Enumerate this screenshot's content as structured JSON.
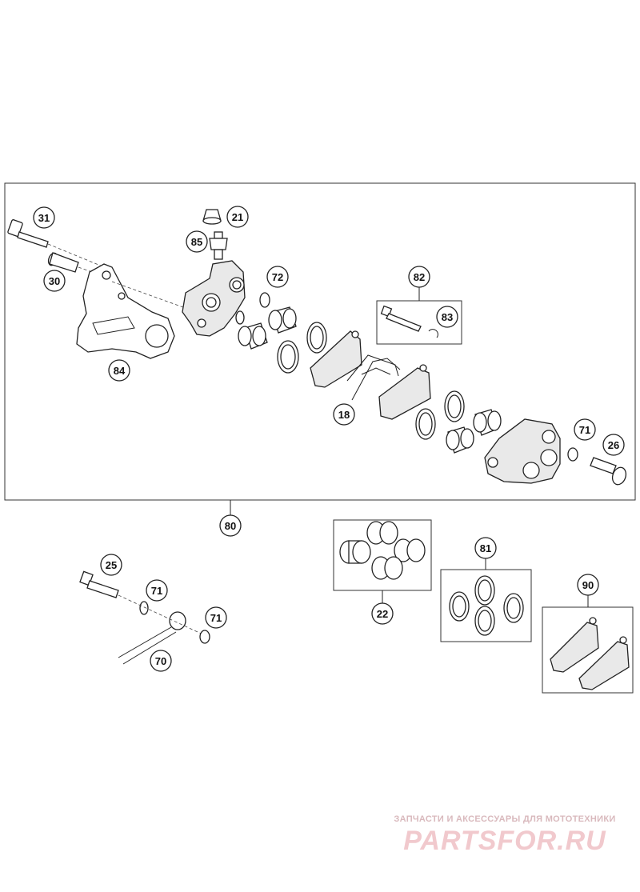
{
  "diagram": {
    "labels": {
      "p31": "31",
      "p30": "30",
      "p21": "21",
      "p85": "85",
      "p72": "72",
      "p82": "82",
      "p83": "83",
      "p84": "84",
      "p18": "18",
      "p71a": "71",
      "p26": "26",
      "p80": "80",
      "p25": "25",
      "p71b": "71",
      "p71c": "71",
      "p70": "70",
      "p22": "22",
      "p81": "81",
      "p90": "90"
    }
  },
  "watermark": {
    "caption": "ЗАПЧАСТИ И АКСЕССУАРЫ ДЛЯ МОТОТЕХНИКИ",
    "logo": "PARTSFOR.RU"
  }
}
